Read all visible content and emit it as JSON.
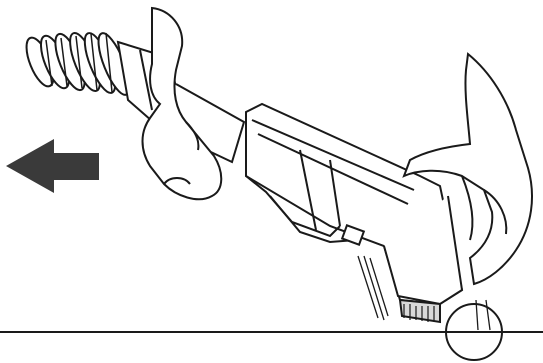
{
  "figure": {
    "arrow_direction": "left",
    "colors": {
      "background": "#ffffff",
      "line": "#1a1a1a",
      "arrow": "#3a3a3a",
      "shade": "#d9d9d9"
    },
    "elements": [
      "hose",
      "hose-cuff",
      "handheld-tool",
      "left-hand",
      "right-hand",
      "direction-arrow",
      "spray-lines",
      "floor-line",
      "brush-contact-circle"
    ]
  }
}
